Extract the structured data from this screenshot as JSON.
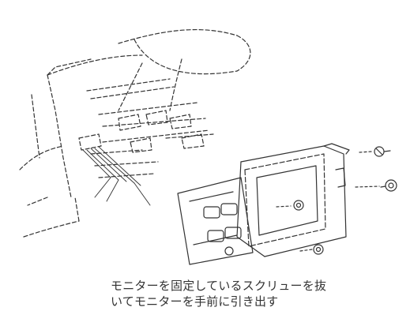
{
  "diagram": {
    "parts": [
      {
        "name": "dashboard",
        "label": ""
      },
      {
        "name": "monitor-unit",
        "label": ""
      },
      {
        "name": "screw",
        "label": ""
      }
    ],
    "line_color": "#333333"
  },
  "caption": {
    "line1": "モニターを固定しているスクリューを抜",
    "line2": "いてモニターを手前に引き出す"
  }
}
